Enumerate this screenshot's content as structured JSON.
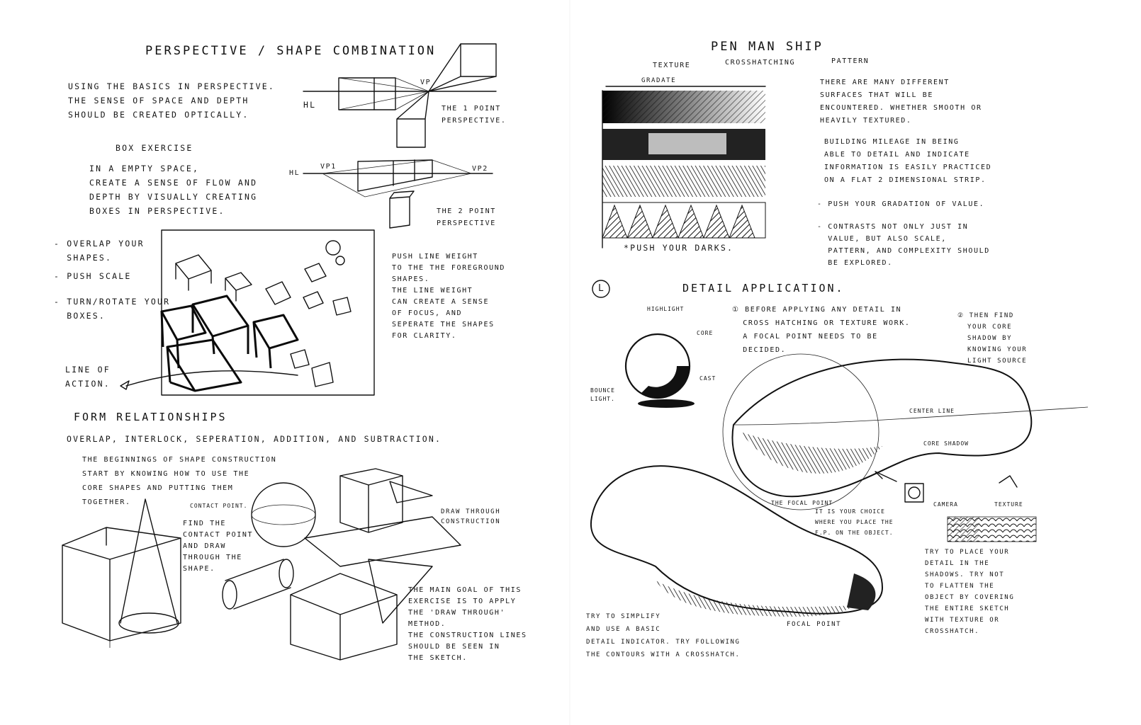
{
  "left": {
    "title": "Perspective / Shape Combination",
    "intro": "Using the basics in perspective.\nthe sense of space and depth\nshould be created optically.",
    "box_exercise": {
      "heading": "Box exercise",
      "text": "In a empty space,\ncreate a sense of flow and\ndepth by visually creating\nboxes in perspective."
    },
    "tips": [
      "- overlap your\n  shapes.",
      "- push scale",
      "- turn/rotate your\n  boxes."
    ],
    "line_of_action": "Line of\naction.",
    "push_line_weight": "Push line weight\nto the the foreground\nshapes.\nthe line weight\ncan create a sense\nof focus, and\nseperate the shapes\nfor clarity.",
    "one_point": {
      "hl": "HL",
      "vp": "VP",
      "label": "The 1 point\nperspective."
    },
    "two_point": {
      "hl": "HL",
      "vp1": "VP1",
      "vp2": "VP2",
      "label": "The 2 point\nperspective"
    },
    "form": {
      "heading": "Form Relationships",
      "subheading": "Overlap, interlock, seperation, addition, and subtraction.",
      "text": "The beginnings of shape construction\nstart by knowing how to use the\ncore shapes and putting them\ntogether.",
      "contact_point": "contact point.",
      "find_contact": "Find the\ncontact point\nand draw\nthrough the\nshape.",
      "draw_through": "draw through\nconstruction",
      "main_goal": "The main goal of this\nexercise is to apply\nthe 'draw through'\nmethod.\nThe construction lines\nshould be seen in\nthe sketch."
    }
  },
  "right": {
    "title": "Pen man ship",
    "subtitle": [
      "Texture",
      "Crosshatching",
      "Pattern"
    ],
    "gradate": "Gradate",
    "push_darks": "*Push your darks.",
    "surfaces": "There are many different\nsurfaces that will be\nencountered. whether smooth or\nheavily textured.",
    "mileage": "Building mileage in being\nable to detail and indicate\ninformation is easily practiced\non a flat 2 dimensional strip.",
    "push_gradation": "- Push your gradation of value.",
    "contrasts": "- Contrasts not only just in\n  value, but also scale,\n  pattern, and complexity should\n  be explored.",
    "detail_heading": "Detail application.",
    "marker": "L",
    "sphere_labels": {
      "highlight": "highlight",
      "core": "core",
      "cast": "cast",
      "bounce": "bounce\nlight."
    },
    "step1": "① Before applying any detail in\n  cross hatching or texture work.\n  a focal point needs to be\n  decided.",
    "step2": "② Then find\n  your core\n  shadow by\n  knowing your\n  light source",
    "center_line": "center line",
    "core_shadow": "core shadow",
    "focal_point_label": "The focal point",
    "your_choice": "it is your choice\nwhere you place the\nF.P. on the object.",
    "camera": "camera",
    "texture": "texture",
    "try_place": "Try to place your\ndetail in the\nshadows. try not\nto flatten the\nobject by covering\nthe entire sketch\nwith texture or\ncrosshatch.",
    "simplify": "Try to simplify\nand use a basic\ndetail indicator. Try following\nthe contours with a crosshatch.",
    "focal_point_bottom": "focal point"
  }
}
